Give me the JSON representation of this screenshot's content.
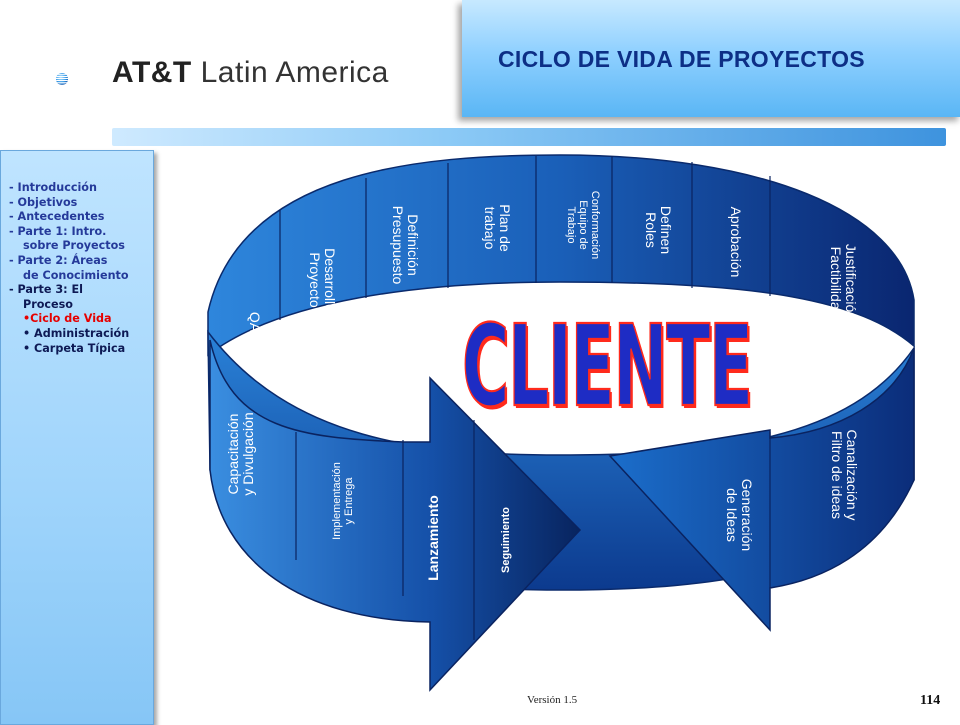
{
  "header": {
    "logo_brand": "AT&T",
    "logo_region": "Latin America",
    "title": "CICLO DE VIDA DE PROYECTOS"
  },
  "sidebar": {
    "items": [
      "- Introducción",
      "- Objetivos",
      "- Antecedentes",
      "- Parte 1: Intro.",
      "sobre Proyectos",
      "- Parte 2: Áreas",
      "de Conocimiento",
      "- Parte 3: El",
      "Proceso",
      "•Ciclo de Vida",
      "• Administración",
      "• Carpeta Típica"
    ]
  },
  "diagram": {
    "center_label": "CLIENTE",
    "top_segments": [
      "QA",
      "Desarrollo\nProyecto",
      "Definición\nPresupuesto",
      "Plan de\ntrabajo",
      "Conformación\nEquipo de\nTrabajo",
      "Definen\nRoles",
      "Aprobación",
      "Justificación\nFactibilidad"
    ],
    "bottom_segments": [
      "Capacitación\ny Divulgación",
      "Implementación\ny Entrega",
      "Lanzamiento",
      "Seguimiento",
      "Generación\nde Ideas",
      "Canalización y\nFiltro de ideas"
    ]
  },
  "footer": {
    "version": "Versión 1.5",
    "page": "114"
  },
  "colors": {
    "title_text": "#0d2f86",
    "band_dark": "#0b2a78",
    "band_light": "#2a7fd6",
    "cliente_fill": "#1e2cc4",
    "cliente_outline": "#ff2a1c",
    "active_item": "#e60000"
  }
}
